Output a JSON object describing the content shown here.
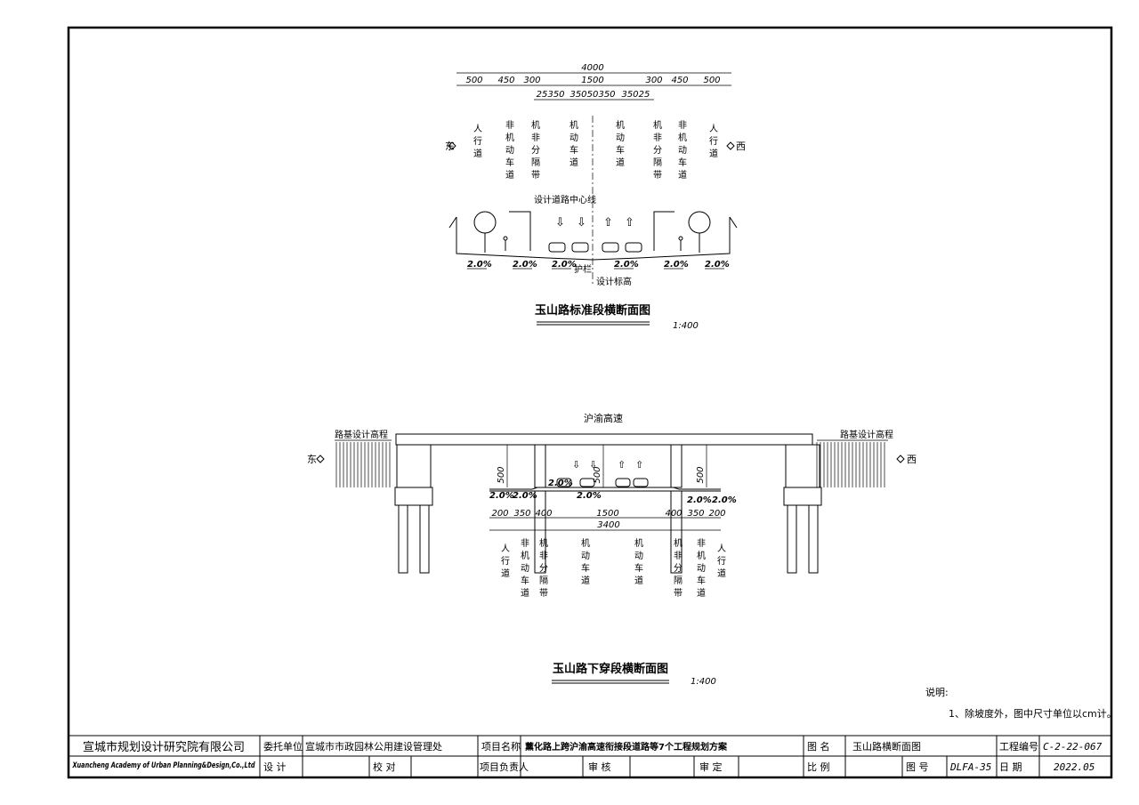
{
  "section_standard": {
    "dims_top": {
      "total": "4000",
      "row2": [
        "500",
        "450",
        "300",
        "1500",
        "300",
        "450",
        "500"
      ],
      "row3": [
        "25",
        "350",
        "350",
        "50",
        "350",
        "350",
        "25"
      ]
    },
    "lanes_left": [
      "人\n行\n道",
      "非\n机\n动\n车\n道",
      "机\n非\n分\n隔\n带",
      "机\n动\n车\n道"
    ],
    "lanes_right": [
      "机\n动\n车\n道",
      "机\n非\n分\n隔\n带",
      "非\n机\n动\n车\n道",
      "人\n行\n道"
    ],
    "east": "东",
    "west": "西",
    "centerline_label": "设计道路中心线",
    "guardrail_label": "护栏",
    "design_elev_label": "设计标高",
    "slopes": [
      "2.0%",
      "2.0%",
      "2.0%",
      "2.0%",
      "2.0%",
      "2.0%"
    ],
    "title": "玉山路标准段横断面图",
    "scale": "1:400"
  },
  "section_underpass": {
    "highway_label": "沪渝高速",
    "subgrade_left": "路基设计高程",
    "subgrade_right": "路基设计高程",
    "east": "东",
    "west": "西",
    "clearances": [
      "500",
      "500",
      "500"
    ],
    "slopes": [
      "2.0%",
      "2.0%",
      "2.0%",
      "2.0%",
      "2.0%",
      "2.0%"
    ],
    "dims_row1": [
      "200",
      "350",
      "400",
      "1500",
      "400",
      "350",
      "200"
    ],
    "dims_total": "3400",
    "lanes": [
      "人\n行\n道",
      "非\n机\n动\n车\n道",
      "机\n非\n分\n隔\n带",
      "机\n动\n车\n道",
      "机\n动\n车\n道",
      "机\n非\n分\n隔\n带",
      "非\n机\n动\n车\n道",
      "人\n行\n道"
    ],
    "title": "玉山路下穿段横断面图",
    "scale": "1:400"
  },
  "notes": {
    "heading": "说明:",
    "items": [
      "1、除坡度外，图中尺寸单位以cm计。"
    ]
  },
  "title_block": {
    "company_cn": "宣城市规划设计研究院有限公司",
    "company_en": "Xuancheng Academy of Urban Planning&Design,Co.,Ltd",
    "client_label": "委托单位",
    "client_value": "宣城市市政园林公用建设管理处",
    "project_name_label": "项目名称",
    "project_name_value": "薰化路上跨沪渝高速衔接段道路等7个工程规划方案",
    "drawing_name_label": "图   名",
    "drawing_name_value": "玉山路横断面图",
    "project_no_label": "工程编号",
    "project_no_value": "C-2-22-067",
    "design_label": "设   计",
    "check_label": "校   对",
    "pm_label": "项目负责人",
    "review_label": "审   核",
    "approve_label": "审   定",
    "scale_label": "比   例",
    "drawing_no_label": "图   号",
    "drawing_no_value": "DLFA-35",
    "date_label": "日   期",
    "date_value": "2022.05"
  }
}
